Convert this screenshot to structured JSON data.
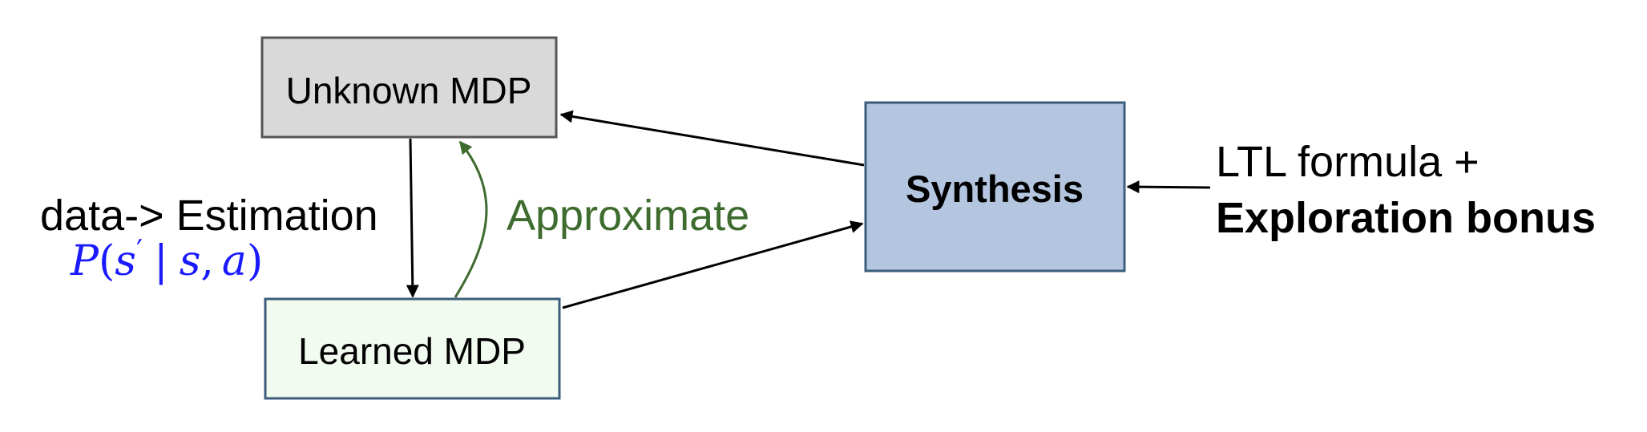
{
  "colors": {
    "unknown_fill": "#d9d9d9",
    "unknown_stroke": "#555555",
    "learned_fill": "#f2fbef",
    "learned_stroke": "#3b5e7c",
    "synthesis_fill": "#b4c5df",
    "synthesis_stroke": "#3b5e7c",
    "approximate_color": "#3e6b2e",
    "formula_color": "#1a1aff",
    "arrow_color": "#000000"
  },
  "nodes": {
    "unknown_mdp": {
      "label": "Unknown MDP"
    },
    "learned_mdp": {
      "label": "Learned MDP"
    },
    "synthesis": {
      "label": "Synthesis"
    }
  },
  "labels": {
    "estimation": "data-> Estimation",
    "approximate": "Approximate",
    "ltl_line1": "LTL formula +",
    "ltl_line2": "Exploration bonus"
  },
  "formula": {
    "p": "P",
    "open_paren": "(",
    "s_prime": "s",
    "prime": "′",
    "bar": "|",
    "s": "s",
    "comma": ",",
    "a": "a",
    "close_paren": ")"
  }
}
